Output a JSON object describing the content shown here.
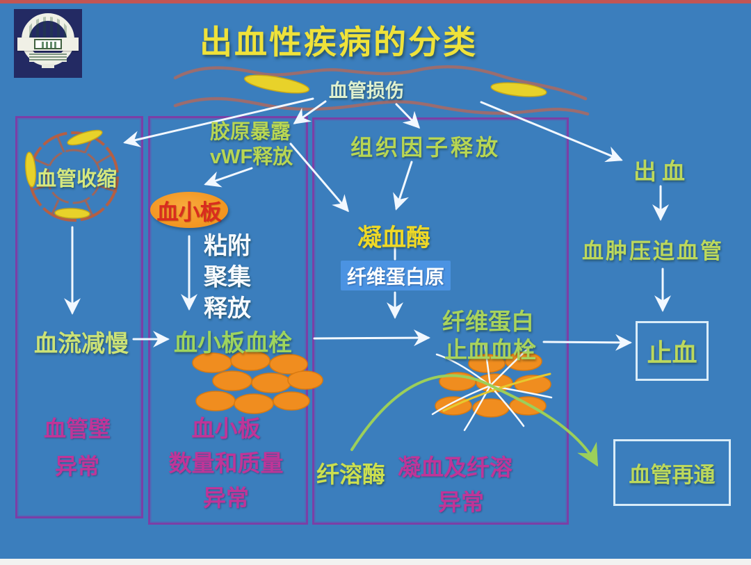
{
  "slide": {
    "title": "出血性疾病的分类",
    "vessel_injury_label": "血管损伤"
  },
  "vessel_wall_branch": {
    "vasoconstriction": "血管收缩",
    "slowed_blood_flow": "血流减慢",
    "abnormality_line1": "血管壁",
    "abnormality_line2": "异常"
  },
  "platelet_branch": {
    "collagen_exposure": "胶原暴露",
    "vwf_release": "vWF释放",
    "platelet": "血小板",
    "adhesion": "粘附",
    "aggregation": "聚集",
    "release": "释放",
    "platelet_thrombus": "血小板血栓",
    "abnormality_line1": "血小板",
    "abnormality_line2": "数量和质量",
    "abnormality_line3": "异常"
  },
  "coagulation_branch": {
    "tissue_factor_release": "组织因子释放",
    "thrombin": "凝血酶",
    "fibrinogen": "纤维蛋白原",
    "fibrin_line1": "纤维蛋白",
    "fibrin_line2": "止血血栓",
    "plasmin": "纤溶酶",
    "abnormality_line1": "凝血及纤溶",
    "abnormality_line2": "异常"
  },
  "outcome_branch": {
    "bleeding": "出血",
    "hematoma_compression": "血肿压迫血管",
    "hemostasis": "止血",
    "recanalization": "血管再通"
  },
  "colors": {
    "background": "#3b7ebd",
    "title_yellow": "#efe23a",
    "label_yellow_green": "#bcd85c",
    "pale_green": "#d6e87e",
    "thrombin_yellow": "#eed826",
    "magenta_abnormal": "#bf3598",
    "platelet_orange": "#f0901f",
    "platelet_text_red": "#d92c1e",
    "box_border_purple": "#7b3fa6",
    "arrow_white": "#f2f8ff",
    "vessel_line_rosy": "#ac6a62",
    "fibrinogen_chip_blue": "#4b93e2",
    "white_box_border": "#d9ecf8",
    "top_bar_red": "#c25553"
  }
}
